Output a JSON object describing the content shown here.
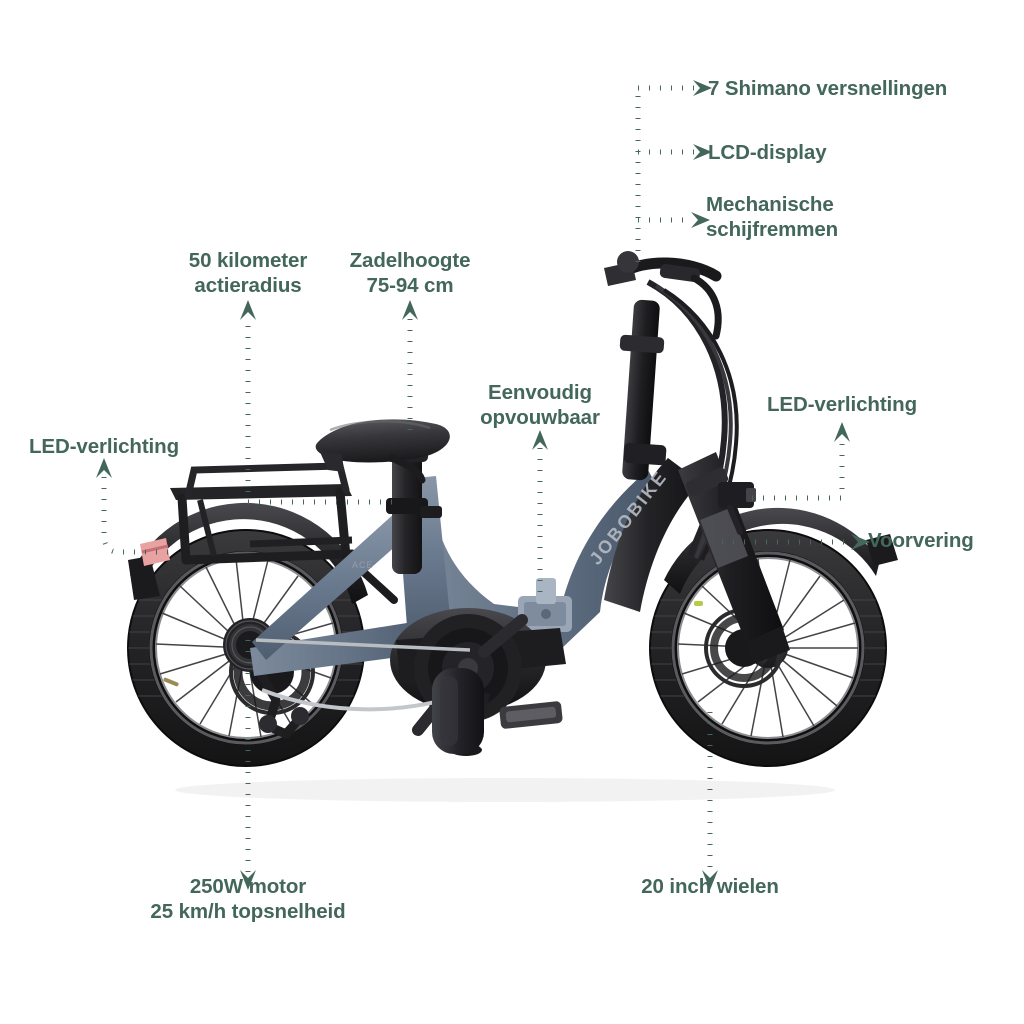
{
  "page": {
    "title": "JOBOBIKE vouwfiets kenmerken",
    "language": "nl",
    "background_color": "#ffffff",
    "accent_color": "#43675a",
    "frame_color": "#67788c"
  },
  "product": {
    "brand_text": "JOBOBIKE",
    "type": "e-bike foldable bicycle"
  },
  "callouts": [
    {
      "id": "gears",
      "label": "7 Shimano versnellingen",
      "align": "left"
    },
    {
      "id": "display",
      "label": "LCD-display",
      "align": "left"
    },
    {
      "id": "brakes",
      "label": "Mechanische\nschijfremmen",
      "align": "left"
    },
    {
      "id": "range",
      "label": "50 kilometer\nactieradius",
      "align": "center"
    },
    {
      "id": "saddle",
      "label": "Zadelhoogte\n75-94 cm",
      "align": "center"
    },
    {
      "id": "folding",
      "label": "Eenvoudig\nopvouwbaar",
      "align": "center"
    },
    {
      "id": "led-front",
      "label": "LED-verlichting",
      "align": "center"
    },
    {
      "id": "led-rear",
      "label": "LED-verlichting",
      "align": "center"
    },
    {
      "id": "suspension",
      "label": "Voorvering",
      "align": "left"
    },
    {
      "id": "motor",
      "label": "250W motor\n25 km/h topsnelheid",
      "align": "center"
    },
    {
      "id": "wheels",
      "label": "20 inch wielen",
      "align": "center"
    }
  ]
}
